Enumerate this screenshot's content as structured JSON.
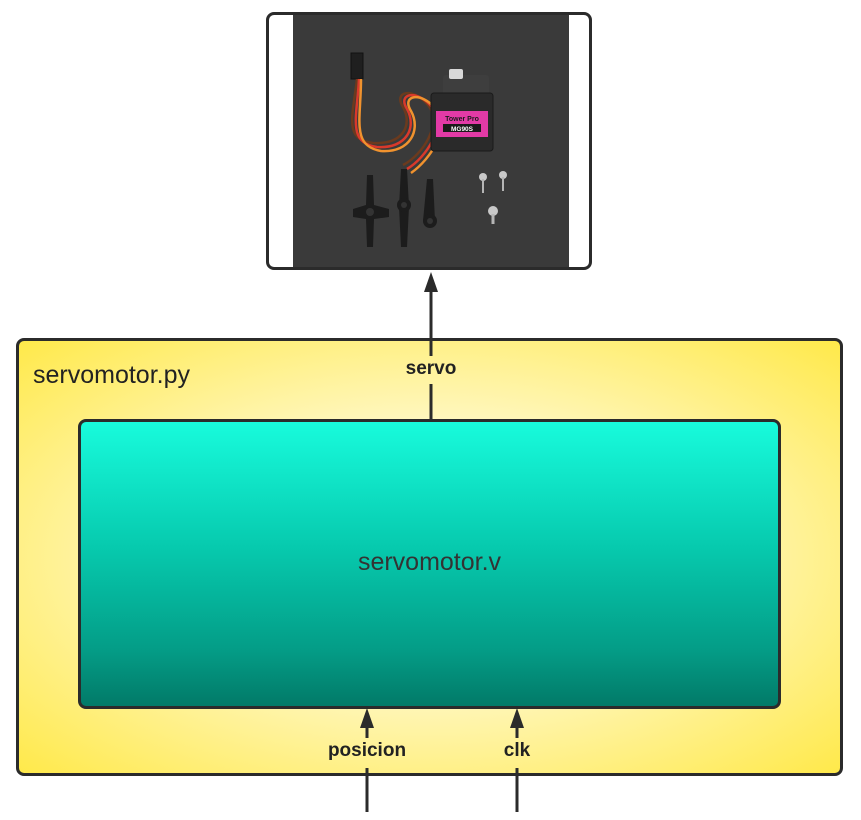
{
  "photo": {
    "brand_text": "Tower Pro",
    "model_text": "MG90S",
    "colors": {
      "background": "#3a3a3a",
      "servo_body": "#2a2a2a",
      "label": "#e23aa6",
      "wire_brown": "#6b3a1e",
      "wire_red": "#d9392b",
      "wire_orange": "#f0922e",
      "horn": "#1c1c1c",
      "screw": "#c8c8c8"
    }
  },
  "outer_module": {
    "title": "servomotor.py",
    "color": "#ffe94a"
  },
  "inner_module": {
    "title": "servomotor.v",
    "color": "#06c9ad"
  },
  "signals": {
    "output": "servo",
    "inputs": [
      "posicion",
      "clk"
    ]
  },
  "wire_color": "#2b2b2b"
}
